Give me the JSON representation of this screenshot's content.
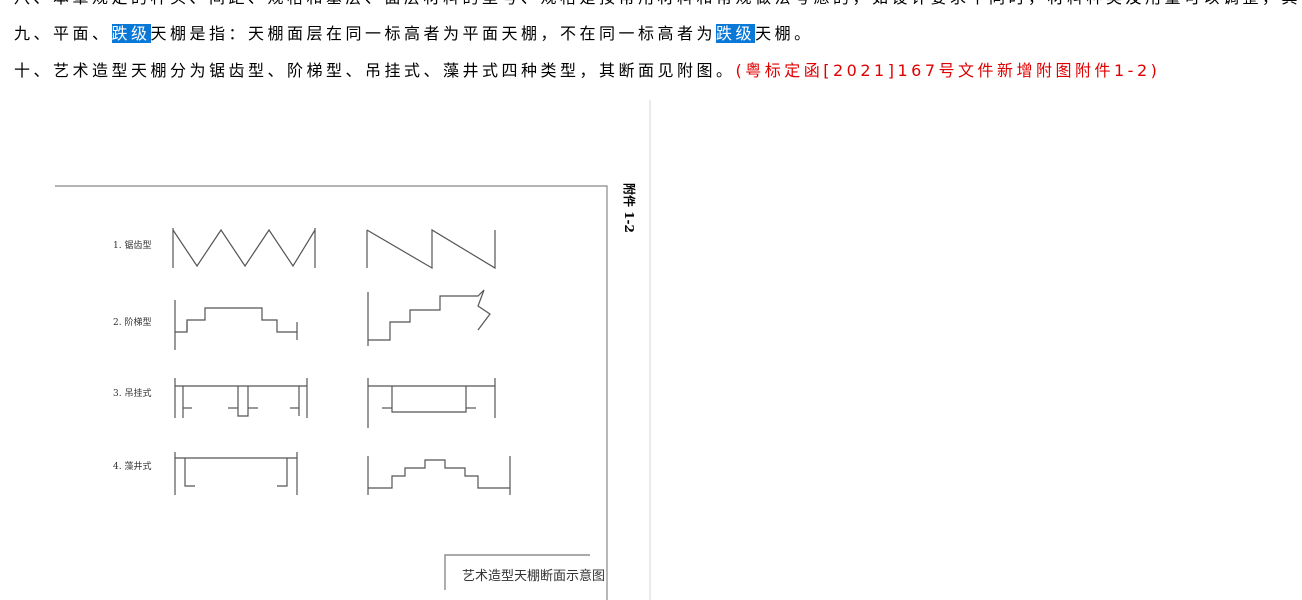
{
  "paragraphs": {
    "p8": "八、本章规定的杆头、间距、规格和基层、面层材料的型号、规格是按常用材料和常规做法考虑的，如设计要求不同时，材料种类及用量可以调整，其他不",
    "p9": {
      "a": "九、平面、",
      "h1": "跌级",
      "b": "天棚是指：天棚面层在同一标高者为平面天棚，不在同一标高者为",
      "h2": "跌级",
      "c": "天棚。"
    },
    "p10": {
      "a": "十、艺术造型天棚分为锯齿型、阶梯型、吊挂式、藻井式四种类型，其断面见附图。",
      "note": "(粤标定函[2021]167号文件新增附图附件1-2)"
    }
  },
  "figure": {
    "attachment_label": "附件 1-2",
    "rows": [
      "1. 锯齿型",
      "2. 阶梯型",
      "3. 吊挂式",
      "4. 藻井式"
    ],
    "caption": "艺术造型天棚断面示意图"
  },
  "colors": {
    "highlight": "#0a78d7",
    "note": "#e00000"
  }
}
